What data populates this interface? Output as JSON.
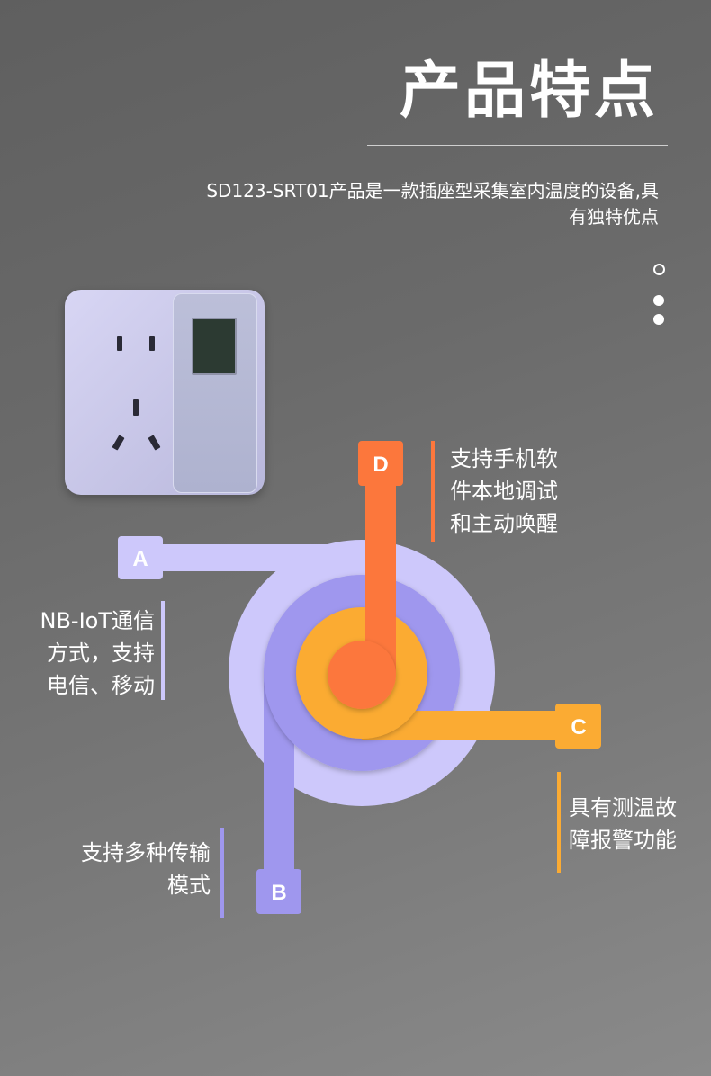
{
  "header": {
    "title": "产品特点",
    "subtitle": "SD123-SRT01产品是一款插座型采集室内温度的设备,具有独特优点"
  },
  "colors": {
    "outer_ring": "#cdc8fb",
    "mid_ring": "#9f97ee",
    "yellow": "#fbab33",
    "orange": "#fc773c"
  },
  "features": [
    {
      "letter": "A",
      "text": "NB-IoT通信方式，支持电信、移动",
      "lines": [
        "NB-IoT通信",
        "方式，支持",
        "电信、移动"
      ]
    },
    {
      "letter": "B",
      "text": "支持多种传输模式",
      "lines": [
        "支持多种传输",
        "模式"
      ]
    },
    {
      "letter": "C",
      "text": "具有测温故障报警功能",
      "lines": [
        "具有测温故",
        "障报警功能"
      ]
    },
    {
      "letter": "D",
      "text": "支持手机软件本地调试和主动唤醒",
      "lines": [
        "支持手机软",
        "件本地调试",
        "和主动唤醒"
      ]
    }
  ]
}
